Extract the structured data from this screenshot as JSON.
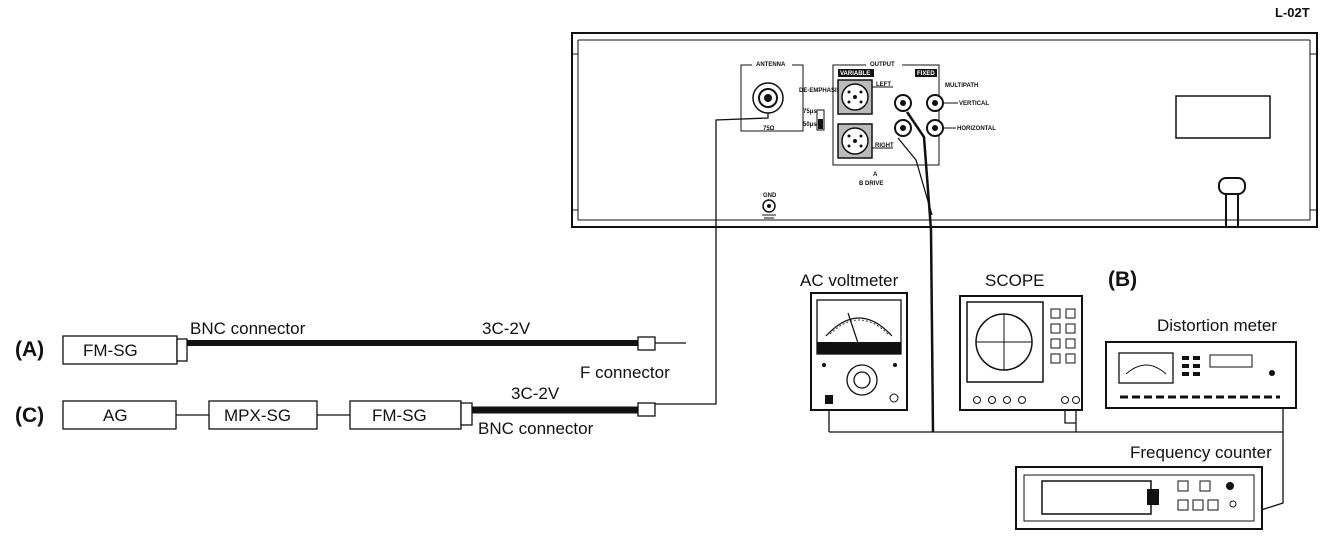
{
  "model": "L-02T",
  "panel": {
    "antenna": "ANTENNA",
    "deemphasis": "DE-EMPHASIS",
    "us75": "75μs",
    "us50": "50μs",
    "ohm75": "75Ω",
    "output": "OUTPUT",
    "variable": "VARIABLE",
    "fixed": "FIXED",
    "left": "LEFT",
    "right": "RIGHT",
    "multipath": "MULTIPATH",
    "vertical": "VERTICAL",
    "horizontal": "HORIZONTAL",
    "drive_a": "A",
    "drive_b": "B DRIVE",
    "gnd": "GND"
  },
  "rows": {
    "a": {
      "tag": "(A)",
      "sg": "FM-SG",
      "connector": "BNC connector",
      "cable": "3C-2V"
    },
    "c": {
      "tag": "(C)",
      "ag": "AG",
      "mpx": "MPX-SG",
      "sg": "FM-SG",
      "cable": "3C-2V",
      "connector": "BNC connector"
    },
    "f_connector": "F connector"
  },
  "instruments": {
    "ac_voltmeter": "AC voltmeter",
    "scope": "SCOPE",
    "group_b": "(B)",
    "distortion_meter": "Distortion meter",
    "frequency_counter": "Frequency counter"
  }
}
